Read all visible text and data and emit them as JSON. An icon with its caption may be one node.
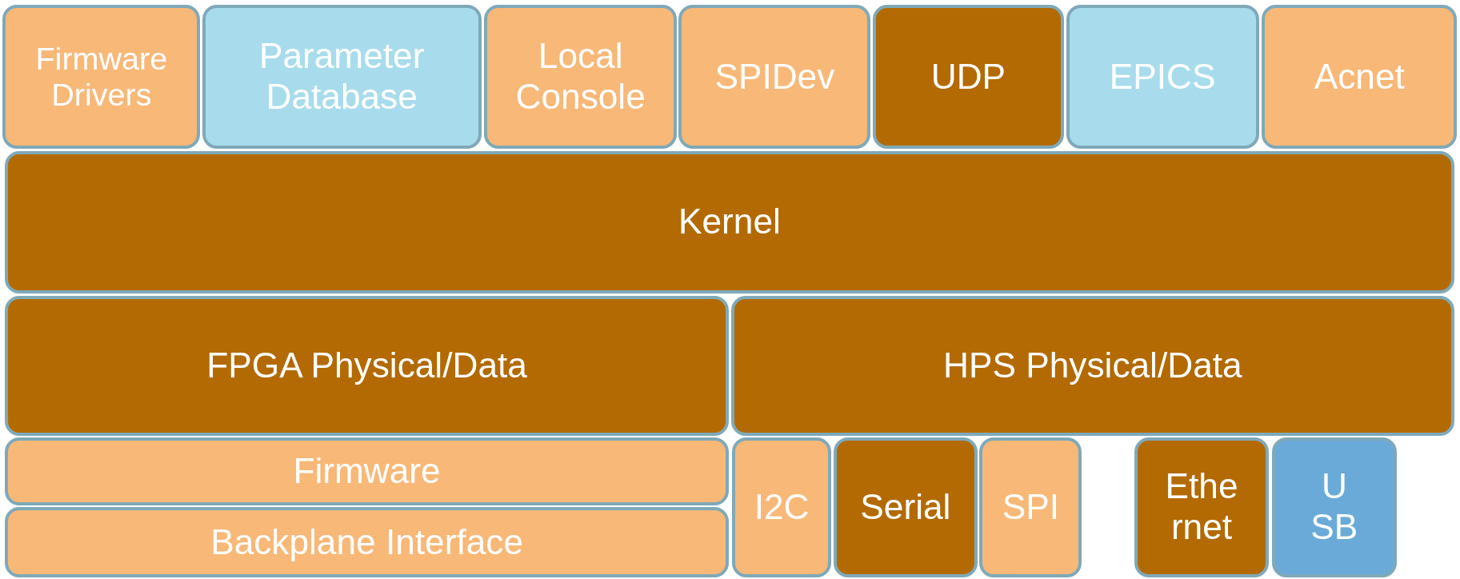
{
  "diagram": {
    "nodes": [
      {
        "text": [
          "Firmware Drivers"
        ]
      },
      {
        "text": [
          "Parameter Database"
        ]
      },
      {
        "text": [
          "Local Console"
        ]
      },
      {
        "text": [
          "SPIDev"
        ]
      },
      {
        "text": [
          "UDP"
        ]
      },
      {
        "text": [
          "EPICS"
        ]
      },
      {
        "text": [
          "Acnet"
        ]
      },
      {
        "text": [
          "Kernel"
        ]
      },
      {
        "text": [
          "FPGA Physical/Data"
        ]
      },
      {
        "text": [
          "HPS Physical/Data"
        ]
      },
      {
        "text": [
          "Firmware"
        ]
      },
      {
        "text": [
          "Backplane Interface"
        ]
      },
      {
        "text": [
          "I2C"
        ]
      },
      {
        "text": [
          "Serial"
        ]
      },
      {
        "text": [
          "SPI"
        ]
      },
      {
        "text": [
          "Ethernet"
        ]
      },
      {
        "text": [
          "USB"
        ]
      }
    ]
  }
}
